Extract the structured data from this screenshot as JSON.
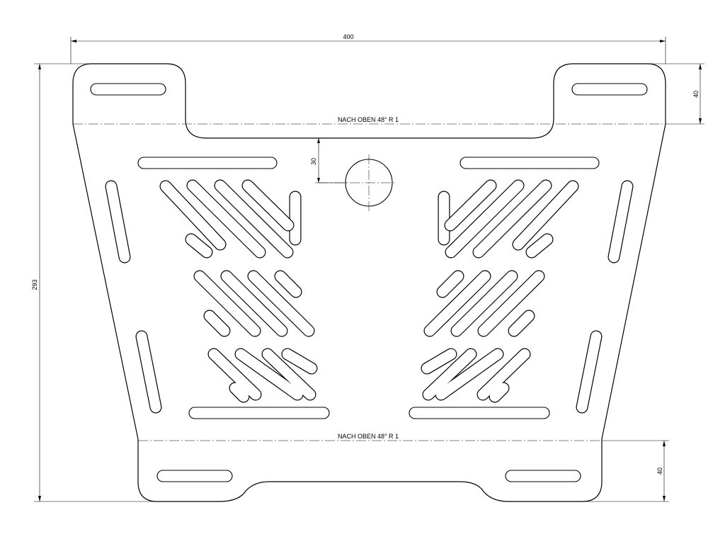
{
  "dimensions": {
    "width": "400",
    "height": "293",
    "top_tab": "40",
    "bottom_tab": "40",
    "hole_offset": "30"
  },
  "bend_lines": {
    "top": "NACH OBEN  48°  R 1",
    "bottom": "NACH OBEN  48°  R 1"
  },
  "colors": {
    "line": "#000000",
    "background": "#ffffff"
  }
}
